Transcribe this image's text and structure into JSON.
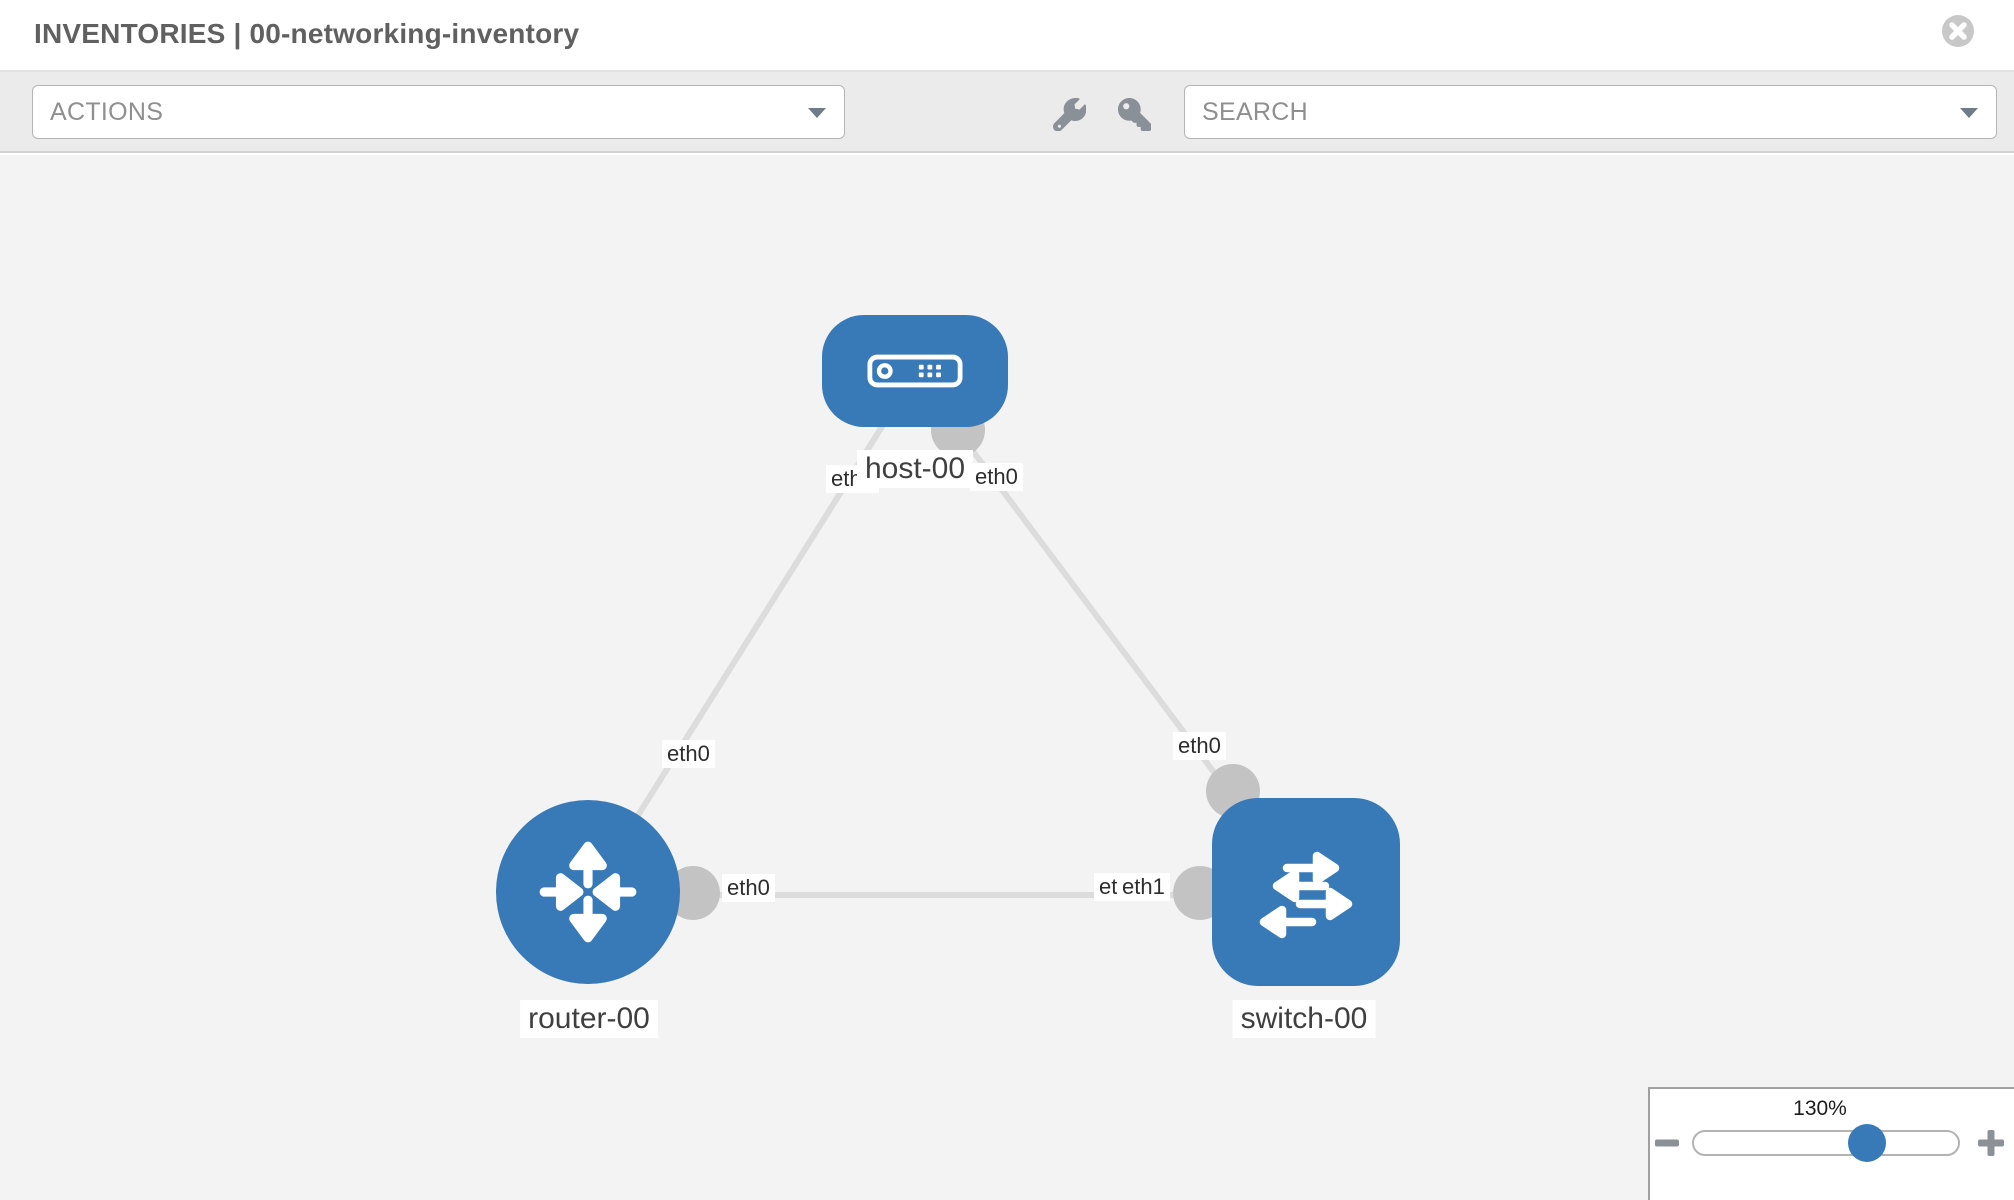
{
  "header": {
    "title": "INVENTORIES | 00-networking-inventory",
    "close_icon": "circle-x"
  },
  "toolbar": {
    "actions": {
      "label": "ACTIONS",
      "caret_icon": "chevron-down"
    },
    "wrench_icon": "wrench",
    "key_icon": "key",
    "search": {
      "label": "SEARCH",
      "caret_icon": "chevron-down"
    }
  },
  "topology": {
    "nodes": [
      {
        "name": "host-00",
        "type": "host"
      },
      {
        "name": "router-00",
        "type": "router"
      },
      {
        "name": "switch-00",
        "type": "switch"
      }
    ],
    "links": [
      {
        "source": "host-00",
        "source_iface": "eth0",
        "target": "router-00",
        "target_iface": "eth0"
      },
      {
        "source": "host-00",
        "source_iface": "eth0",
        "target": "switch-00",
        "target_iface": "eth0"
      },
      {
        "source": "router-00",
        "source_iface": "eth0",
        "target": "switch-00",
        "target_iface": "eth1"
      }
    ],
    "overlapped_iface_label": "eth0"
  },
  "zoom_control": {
    "level": "130%",
    "minus_icon": "minus",
    "plus_icon": "plus"
  },
  "colors": {
    "node_blue": "#3879b7",
    "link_gray": "#dcdcdc",
    "interface_marker_gray": "#c3c3c3",
    "canvas_bg": "#f3f3f3",
    "toolbar_bg": "#ebebeb"
  }
}
